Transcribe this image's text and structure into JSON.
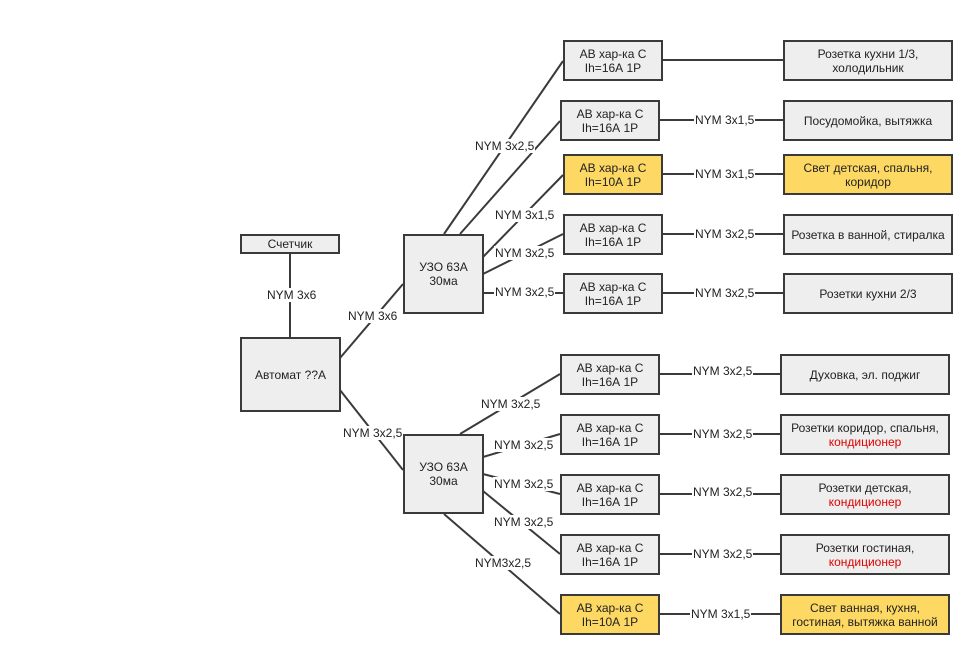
{
  "meter": "Счетчик",
  "main_breaker": "Автомат ??А",
  "rcd_top": "УЗО 63А\n30ма",
  "rcd_bottom": "УЗО 63А\n30ма",
  "cables": {
    "meter_to_main": "NYM 3x6",
    "main_to_rcd_top": "NYM 3x6",
    "main_to_rcd_bottom": "NYM 3x2,5",
    "top_b1_b2": "NYM 3x2,5",
    "top_b3": "NYM 3x1,5",
    "top_b4": "NYM 3x2,5",
    "top_b5": "NYM 3x2,5",
    "bot_b1": "NYM 3x2,5",
    "bot_b2": "NYM 3x2,5",
    "bot_b3": "NYM 3x2,5",
    "bot_b4": "NYM 3x2,5",
    "bot_b5": "NYM3x2,5"
  },
  "top_branches": [
    {
      "breaker": "АВ хар-ка С\nIh=16А 1Р",
      "cable": "",
      "load": "Розетка кухни 1/3,\nхолодильник",
      "load_red": "",
      "highlight": false
    },
    {
      "breaker": "АВ хар-ка С\nIh=16А 1Р",
      "cable": "NYM 3x1,5",
      "load": "Посудомойка, вытяжка",
      "load_red": "",
      "highlight": false
    },
    {
      "breaker": "АВ хар-ка С\nIh=10А 1Р",
      "cable": "NYM 3x1,5",
      "load": "Свет детская, спальня,\nкоридор",
      "load_red": "",
      "highlight": true
    },
    {
      "breaker": "АВ хар-ка С\nIh=16А 1Р",
      "cable": "NYM 3x2,5",
      "load": "Розетка в ванной, стиралка",
      "load_red": "",
      "highlight": false
    },
    {
      "breaker": "АВ хар-ка С\nIh=16А 1Р",
      "cable": "NYM 3x2,5",
      "load": "Розетки кухни 2/3",
      "load_red": "",
      "highlight": false
    }
  ],
  "bottom_branches": [
    {
      "breaker": "АВ хар-ка С\nIh=16А 1Р",
      "cable": "NYM 3x2,5",
      "load": "Духовка, эл. поджиг",
      "load_red": "",
      "highlight": false
    },
    {
      "breaker": "АВ хар-ка С\nIh=16А 1Р",
      "cable": "NYM 3x2,5",
      "load": "Розетки коридор, спальня,",
      "load_red": "кондиционер",
      "highlight": false
    },
    {
      "breaker": "АВ хар-ка С\nIh=16А 1Р",
      "cable": "NYM 3x2,5",
      "load": "Розетки детская,",
      "load_red": "кондиционер",
      "highlight": false
    },
    {
      "breaker": "АВ хар-ка С\nIh=16А 1Р",
      "cable": "NYM 3x2,5",
      "load": "Розетки гостиная,",
      "load_red": "кондиционер",
      "highlight": false
    },
    {
      "breaker": "АВ хар-ка С\nIh=10А 1Р",
      "cable": "NYM 3x1,5",
      "load": "Свет ванная, кухня,\nгостиная, вытяжка ванной",
      "load_red": "",
      "highlight": true
    }
  ],
  "colors": {
    "box_fill": "#eeeeee",
    "highlight_fill": "#fdd862",
    "line": "#3a3a3a",
    "accent_red": "#e00000"
  }
}
